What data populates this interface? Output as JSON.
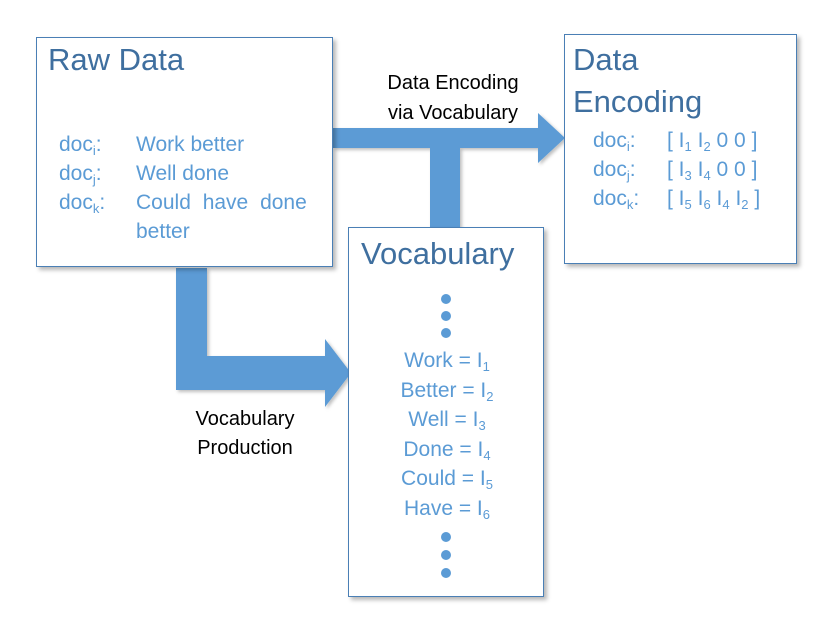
{
  "colors": {
    "accent": "#5b9bd5",
    "title": "#3f6f9f",
    "border": "#4a7fb5",
    "arrow": "#5b9bd5"
  },
  "raw_data": {
    "title": "Raw Data",
    "docs": [
      {
        "name": "doc",
        "sub": "i",
        "text": "Work better"
      },
      {
        "name": "doc",
        "sub": "j",
        "text": "Well done"
      },
      {
        "name": "doc",
        "sub": "k",
        "text": "Could have done",
        "text2": "better"
      }
    ]
  },
  "data_encoding": {
    "title_line1": "Data",
    "title_line2": "Encoding",
    "rows": [
      {
        "name": "doc",
        "sub": "i",
        "code": [
          [
            "I",
            "1"
          ],
          [
            "I",
            "2"
          ],
          [
            "0",
            ""
          ],
          [
            "0",
            ""
          ]
        ]
      },
      {
        "name": "doc",
        "sub": "j",
        "code": [
          [
            "I",
            "3"
          ],
          [
            "I",
            "4"
          ],
          [
            "0",
            ""
          ],
          [
            "0",
            ""
          ]
        ]
      },
      {
        "name": "doc",
        "sub": "k",
        "code": [
          [
            "I",
            "5"
          ],
          [
            "I",
            "6"
          ],
          [
            "I",
            "4"
          ],
          [
            "I",
            "2"
          ]
        ]
      }
    ]
  },
  "vocabulary": {
    "title": "Vocabulary",
    "entries": [
      {
        "word": "Work",
        "idx": "1"
      },
      {
        "word": "Better",
        "idx": "2"
      },
      {
        "word": "Well",
        "idx": "3"
      },
      {
        "word": "Done",
        "idx": "4"
      },
      {
        "word": "Could",
        "idx": "5"
      },
      {
        "word": "Have",
        "idx": "6"
      }
    ]
  },
  "labels": {
    "encoding_line1": "Data Encoding",
    "encoding_line2": "via Vocabulary",
    "production_line1": "Vocabulary",
    "production_line2": "Production"
  }
}
